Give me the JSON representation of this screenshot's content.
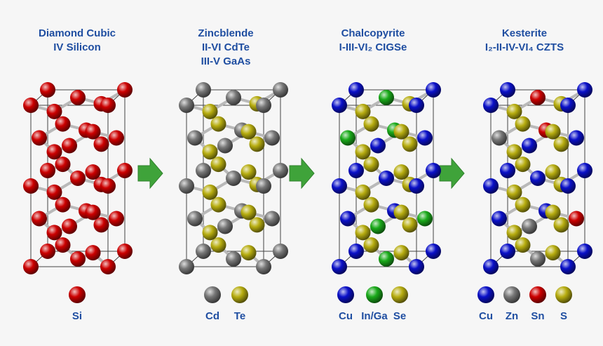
{
  "colors": {
    "title_text": "#1f4ea1",
    "arrow": "#3fa33a",
    "Si": "#cc0000",
    "Cd": "#777777",
    "Te": "#b7ad10",
    "Cu": "#0a10c8",
    "In/Ga": "#1aaa1a",
    "Se": "#b7ad10",
    "Zn": "#777777",
    "Sn": "#cc0000",
    "S": "#b7ad10",
    "bond": "#b9b9b9",
    "cell_edge": "#444444"
  },
  "panels": [
    {
      "id": "diamond",
      "title_lines": [
        "Diamond Cubic",
        "IV  Silicon"
      ],
      "legend": [
        {
          "element": "Si",
          "label": "Si"
        }
      ],
      "corner": "Si",
      "tetra": "Si",
      "anions": [
        "Si",
        "Si",
        "Si",
        "Si",
        "Si",
        "Si",
        "Si",
        "Si"
      ]
    },
    {
      "id": "zincblende",
      "title_lines": [
        "Zincblende",
        "II-VI  CdTe",
        "III-V  GaAs"
      ],
      "legend": [
        {
          "element": "Cd",
          "label": "Cd"
        },
        {
          "element": "Te",
          "label": "Te"
        }
      ],
      "corner": "Cd",
      "tetra": "Te",
      "anions": [
        "Cd",
        "Cd",
        "Cd",
        "Cd",
        "Cd",
        "Cd",
        "Cd",
        "Cd"
      ]
    },
    {
      "id": "chalcopyrite",
      "title_lines": [
        "Chalcopyrite",
        "I-III-VI₂  CIGSe"
      ],
      "legend": [
        {
          "element": "Cu",
          "label": "Cu"
        },
        {
          "element": "In/Ga",
          "label": "In/Ga"
        },
        {
          "element": "Se",
          "label": "Se"
        }
      ],
      "corner": "Cu",
      "tetra": "Se",
      "anions": [
        "In/Ga",
        "Cu",
        "In/Ga",
        "Cu",
        "In/Ga",
        "Cu",
        "In/Ga",
        "Cu"
      ]
    },
    {
      "id": "kesterite",
      "title_lines": [
        "Kesterite",
        "I₂-II-IV-VI₄ CZTS"
      ],
      "legend": [
        {
          "element": "Cu",
          "label": "Cu"
        },
        {
          "element": "Zn",
          "label": "Zn"
        },
        {
          "element": "Sn",
          "label": "Sn"
        },
        {
          "element": "S",
          "label": "S"
        }
      ],
      "corner": "Cu",
      "tetra": "S",
      "anions": [
        "Sn",
        "Cu",
        "Zn",
        "Cu",
        "Sn",
        "Cu",
        "Zn",
        "Cu"
      ]
    }
  ]
}
